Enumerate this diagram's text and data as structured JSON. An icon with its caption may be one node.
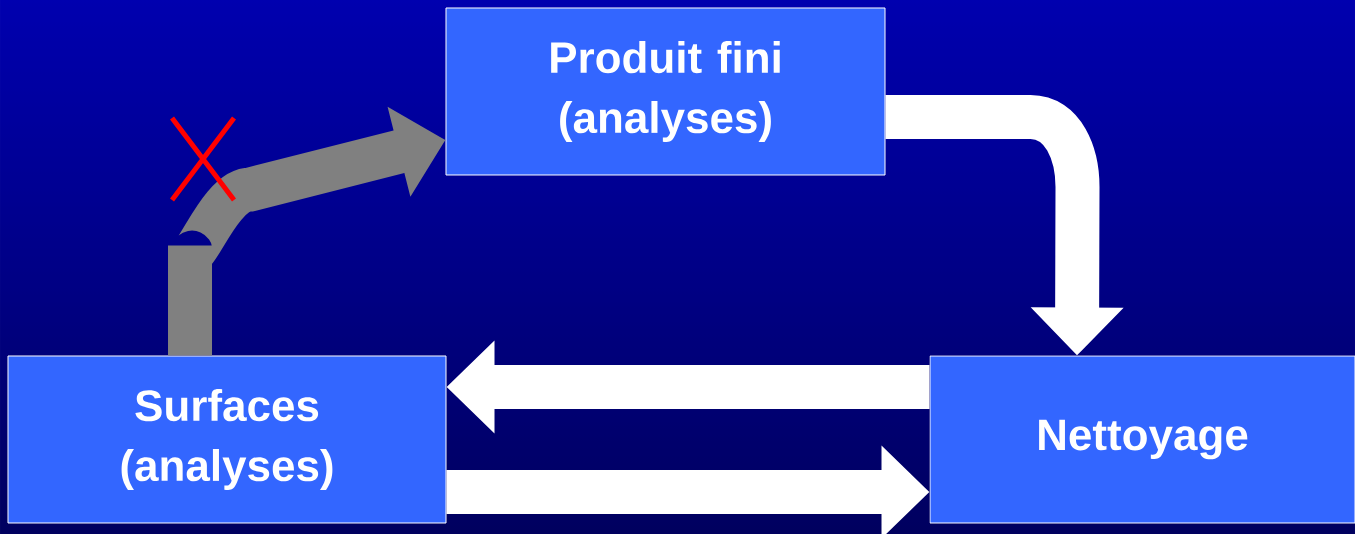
{
  "diagram": {
    "nodes": [
      {
        "text": [
          "Produit fini (analyses)"
        ]
      },
      {
        "text": [
          "Nettoyage"
        ]
      },
      {
        "text": [
          "Surfaces (analyses)"
        ]
      }
    ],
    "edges": [
      {
        "from": 0,
        "to": 1,
        "arrow": "to"
      },
      {
        "from": 1,
        "to": 2,
        "arrow": "to"
      },
      {
        "from": 2,
        "to": 1,
        "arrow": "to"
      },
      {
        "from": 2,
        "to": 0,
        "arrow": "to",
        "color": "#808080"
      }
    ]
  }
}
